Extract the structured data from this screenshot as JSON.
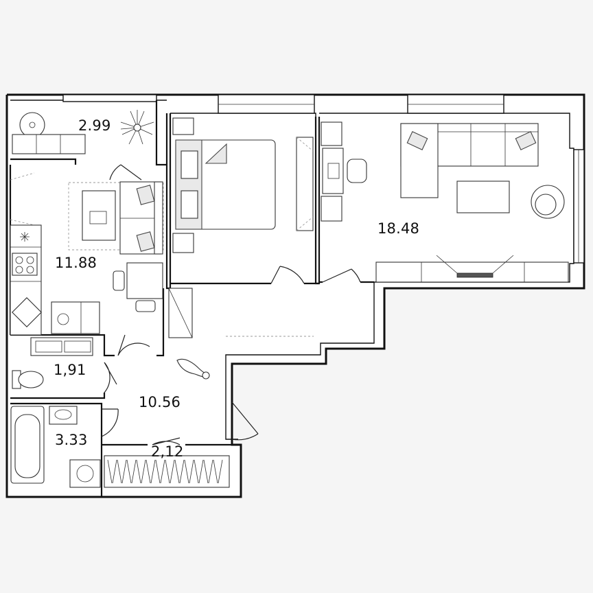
{
  "plan": {
    "rooms": [
      {
        "id": "balcony",
        "area": "2.99"
      },
      {
        "id": "kitchen",
        "area": "11.88"
      },
      {
        "id": "toilet",
        "area": "1,91"
      },
      {
        "id": "hall",
        "area": "10.56"
      },
      {
        "id": "bathroom",
        "area": "3.33"
      },
      {
        "id": "storage",
        "area": "2,12"
      },
      {
        "id": "living",
        "area": "18.48"
      }
    ],
    "colors": {
      "floor": "#ffffff",
      "background": "#f5f5f5",
      "walls": "#111111",
      "furniture_fill": "#e9e9e9"
    },
    "icons": [
      "bed-icon",
      "sofa-icon",
      "armchair-icon",
      "desk-icon",
      "stove-icon",
      "sink-icon",
      "toilet-icon",
      "bathtub-icon",
      "washing-machine-icon",
      "plant-icon",
      "cat-icon",
      "wardrobe-icon",
      "dining-table-icon",
      "tv-stand-icon"
    ]
  }
}
